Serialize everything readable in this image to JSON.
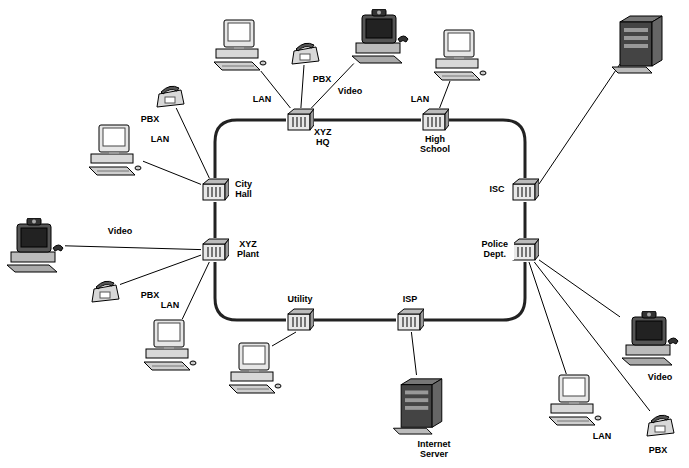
{
  "diagram": {
    "nodes": [
      {
        "text": [
          "XYZ HQ"
        ]
      },
      {
        "text": [
          "High School"
        ]
      },
      {
        "text": [
          "ISC"
        ]
      },
      {
        "text": [
          "Police Dept."
        ]
      },
      {
        "text": [
          "ISP"
        ]
      },
      {
        "text": [
          "Utility"
        ]
      },
      {
        "text": [
          "XYZ Plant"
        ]
      },
      {
        "text": [
          "City Hall"
        ]
      },
      {
        "text": [
          "LAN"
        ]
      },
      {
        "text": [
          "PBX"
        ]
      },
      {
        "text": [
          "Video"
        ]
      },
      {
        "text": [
          "LAN"
        ]
      },
      {
        "text": [
          "PBX"
        ]
      },
      {
        "text": [
          "LAN"
        ]
      },
      {
        "text": [
          "Video"
        ]
      },
      {
        "text": [
          "PBX"
        ]
      },
      {
        "text": [
          "LAN"
        ]
      },
      {
        "text": [
          "Internet Server"
        ]
      },
      {
        "text": [
          "Video"
        ]
      },
      {
        "text": [
          "LAN"
        ]
      },
      {
        "text": [
          "PBX"
        ]
      }
    ],
    "edges": [
      {
        "from": 0,
        "to": 1,
        "arrow": "none"
      },
      {
        "from": 1,
        "to": 2,
        "arrow": "none"
      },
      {
        "from": 2,
        "to": 3,
        "arrow": "none"
      },
      {
        "from": 3,
        "to": 4,
        "arrow": "none"
      },
      {
        "from": 4,
        "to": 5,
        "arrow": "none"
      },
      {
        "from": 5,
        "to": 6,
        "arrow": "none"
      },
      {
        "from": 6,
        "to": 7,
        "arrow": "none"
      },
      {
        "from": 7,
        "to": 0,
        "arrow": "none"
      },
      {
        "from": 0,
        "to": 8,
        "arrow": "none"
      },
      {
        "from": 0,
        "to": 9,
        "arrow": "none"
      },
      {
        "from": 0,
        "to": 10,
        "arrow": "none"
      },
      {
        "from": 1,
        "to": 11,
        "arrow": "none"
      },
      {
        "from": 7,
        "to": 12,
        "arrow": "none"
      },
      {
        "from": 7,
        "to": 13,
        "arrow": "none"
      },
      {
        "from": 6,
        "to": 14,
        "arrow": "none"
      },
      {
        "from": 6,
        "to": 15,
        "arrow": "none"
      },
      {
        "from": 6,
        "to": 16,
        "arrow": "none"
      },
      {
        "from": 4,
        "to": 17,
        "arrow": "none"
      },
      {
        "from": 3,
        "to": 18,
        "arrow": "none"
      },
      {
        "from": 3,
        "to": 19,
        "arrow": "none"
      },
      {
        "from": 3,
        "to": 20,
        "arrow": "none"
      }
    ]
  }
}
